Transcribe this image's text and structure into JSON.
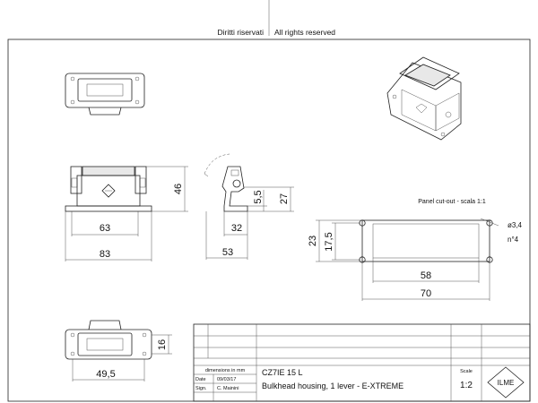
{
  "header": {
    "rights_it": "Diritti riservati",
    "rights_en": "All rights reserved"
  },
  "dimensions": {
    "front_width_inner": "63",
    "front_width_outer": "83",
    "front_height": "46",
    "side_small_height": "5,5",
    "side_height": "27",
    "side_inner": "32",
    "side_outer": "53",
    "bottom_width": "49,5",
    "bottom_height": "16"
  },
  "cutout": {
    "title": "Panel cut-out - scala 1:1",
    "hole_diameter": "ø3,4",
    "hole_count": "n°4",
    "height_outer": "23",
    "height_inner": "17,5",
    "width_inner": "58",
    "width_outer": "70"
  },
  "title_block": {
    "dimensions_note": "dimensions in mm",
    "date_label": "Date",
    "date_value": "09/03/17",
    "sign_label": "Sign.",
    "sign_value": "C. Mainini",
    "code": "CZ7IE 15 L",
    "description": "Bulkhead housing, 1 lever - E-XTREME",
    "scale_label": "Scale",
    "scale_value": "1:2",
    "logo_text": "ILME"
  }
}
